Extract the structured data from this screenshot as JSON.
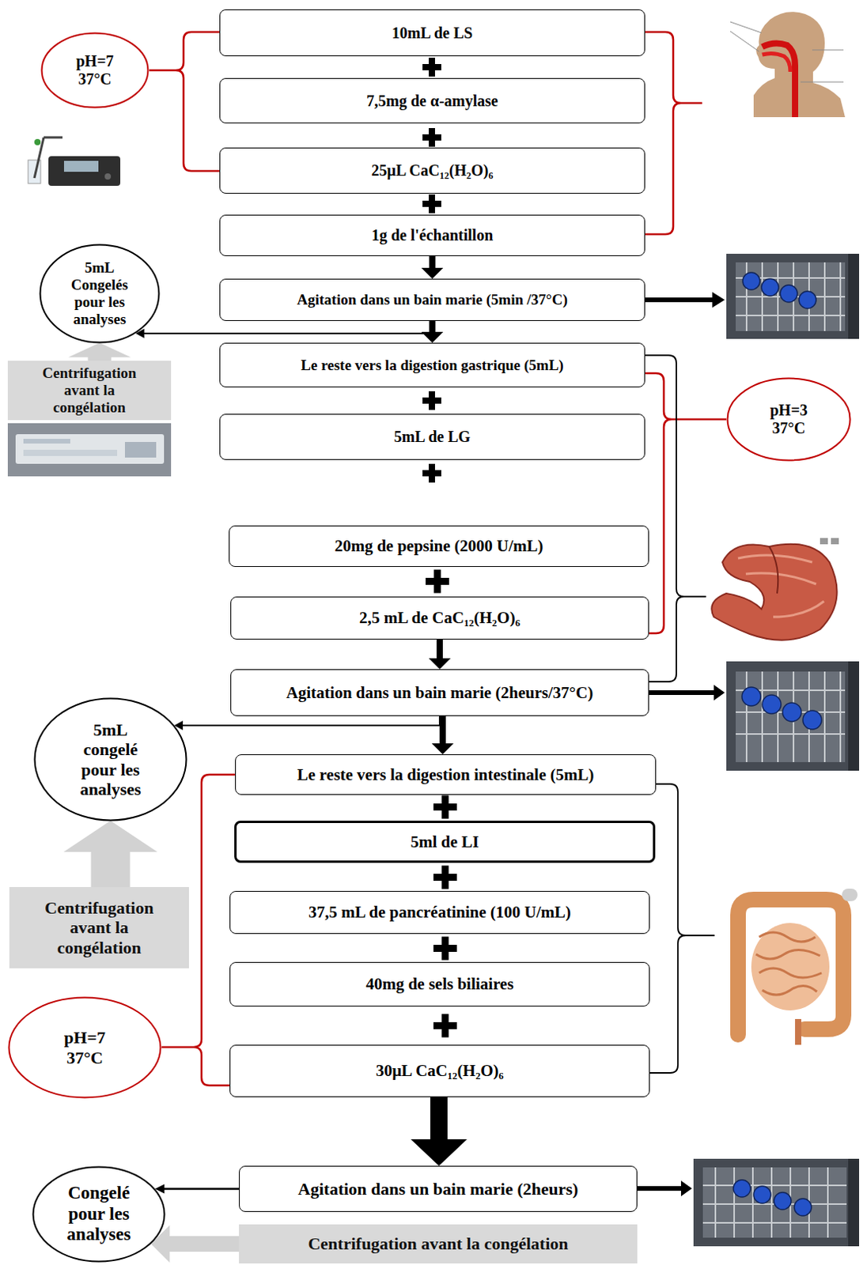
{
  "diagram": {
    "nodes": [
      {
        "text": [
          "pH=7 37°C"
        ]
      },
      {
        "text": [
          "10mL de LS"
        ]
      },
      {
        "text": [
          "7,5mg de α-amylase"
        ]
      },
      {
        "text": [
          "25μL CaC₁₂(H₂O)₆"
        ]
      },
      {
        "text": [
          "1g de l'échantillon"
        ]
      },
      {
        "text": [
          "5mL Congelés pour les analyses"
        ]
      },
      {
        "text": [
          "Agitation dans un bain marie (5min /37°C)"
        ]
      },
      {
        "text": [
          "Centrifugation avant la congélation"
        ]
      },
      {
        "text": [
          "Le reste vers la digestion gastrique (5mL)"
        ]
      },
      {
        "text": [
          "pH=3 37°C"
        ]
      },
      {
        "text": [
          "5mL de LG"
        ]
      },
      {
        "text": [
          "20mg de pepsine (2000 U/mL)"
        ]
      },
      {
        "text": [
          "2,5 mL de CaC₁₂(H₂O)₆"
        ]
      },
      {
        "text": [
          "Agitation dans un bain marie (2heurs/37°C)"
        ]
      },
      {
        "text": [
          "5mL congelé pour les analyses"
        ]
      },
      {
        "text": [
          "Le reste vers la digestion intestinale (5mL)"
        ]
      },
      {
        "text": [
          "Centrifugation avant la congélation"
        ]
      },
      {
        "text": [
          "5ml de LI"
        ]
      },
      {
        "text": [
          "37,5 mL de pancréatinine (100 U/mL)"
        ]
      },
      {
        "text": [
          "pH=7 37°C"
        ]
      },
      {
        "text": [
          "40mg de sels biliaires"
        ]
      },
      {
        "text": [
          "30μL CaC₁₂(H₂O)₆"
        ]
      },
      {
        "text": [
          "Congelé pour les analyses"
        ]
      },
      {
        "text": [
          "Agitation dans un bain marie (2heurs)"
        ]
      },
      {
        "text": [
          "Centrifugation avant la congélation"
        ]
      }
    ],
    "edges": [
      {
        "from": 4,
        "to": 6,
        "arrow": "to"
      },
      {
        "from": 6,
        "to": 8,
        "arrow": "to"
      },
      {
        "from": 6,
        "to": 5,
        "arrow": "to"
      },
      {
        "from": 7,
        "to": 5,
        "arrow": "to"
      },
      {
        "from": 12,
        "to": 13,
        "arrow": "to"
      },
      {
        "from": 13,
        "to": 15,
        "arrow": "to"
      },
      {
        "from": 13,
        "to": 14,
        "arrow": "to"
      },
      {
        "from": 16,
        "to": 14,
        "arrow": "to"
      },
      {
        "from": 21,
        "to": 23,
        "arrow": "to"
      },
      {
        "from": 23,
        "to": 22,
        "arrow": "to"
      },
      {
        "from": 24,
        "to": 22,
        "arrow": "to"
      }
    ]
  }
}
